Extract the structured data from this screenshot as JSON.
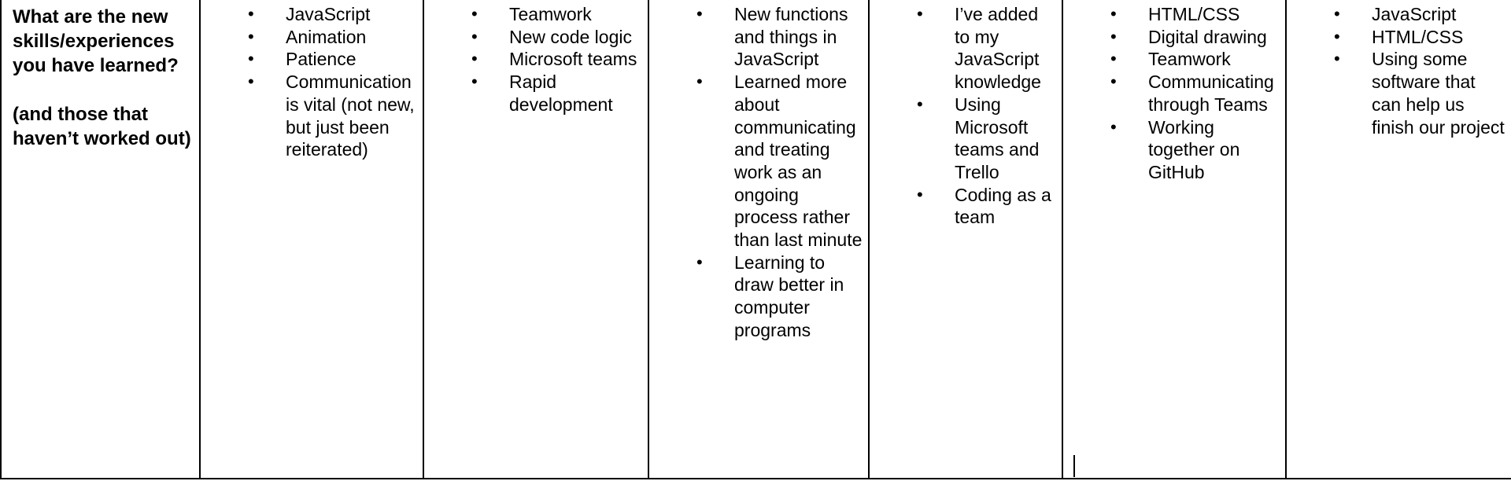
{
  "question": {
    "main": "What are the new skills/experiences you have learned?",
    "sub": "(and those that haven’t worked out)"
  },
  "columns": [
    {
      "items": [
        "JavaScript",
        "Animation",
        "Patience",
        "Communication is vital (not new, but just been reiterated)"
      ]
    },
    {
      "items": [
        "Teamwork",
        "New code logic",
        "Microsoft teams",
        "Rapid development"
      ]
    },
    {
      "items": [
        "New functions and things in JavaScript",
        "Learned more about communicating and treating work as an ongoing process rather than last minute",
        "Learning to draw better in computer programs"
      ]
    },
    {
      "items": [
        "I’ve added to my JavaScript knowledge",
        "Using Microsoft teams and Trello",
        "Coding as a team"
      ]
    },
    {
      "items": [
        "HTML/CSS",
        "Digital drawing",
        "Teamwork",
        "Communicating through Teams",
        "Working together on GitHub"
      ]
    },
    {
      "items": [
        "JavaScript",
        "HTML/CSS",
        "Using some software that can help us finish our project"
      ]
    }
  ]
}
